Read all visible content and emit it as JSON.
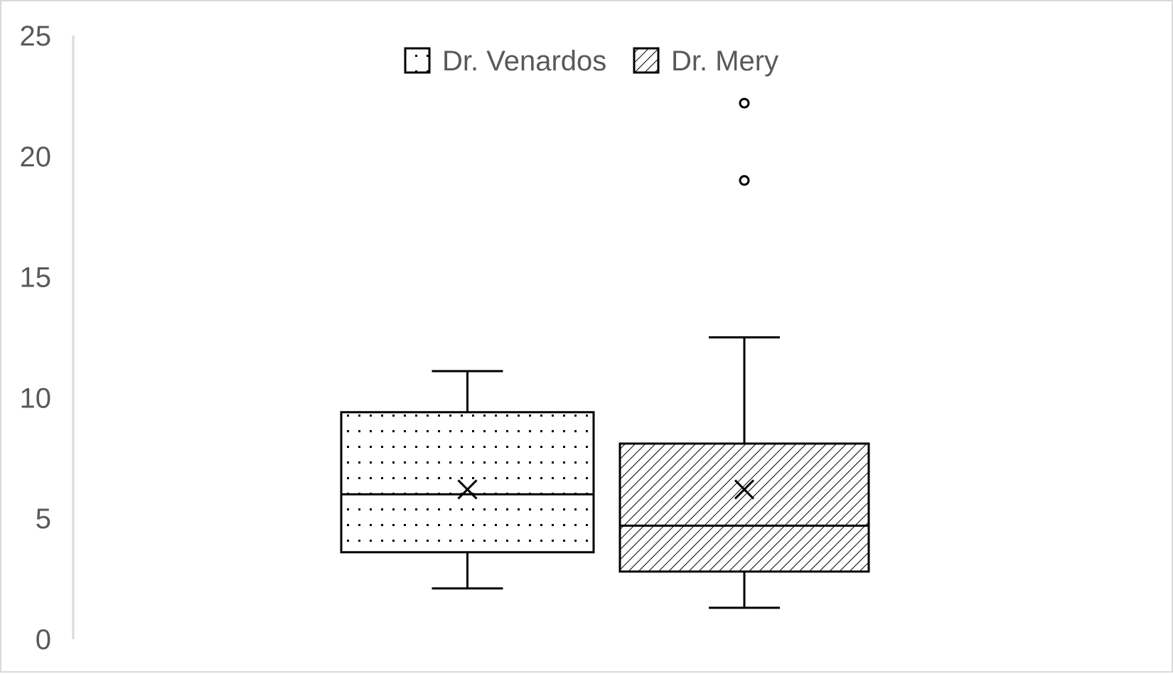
{
  "chart_data": {
    "type": "box",
    "title": "",
    "xlabel": "",
    "ylabel": "",
    "ylim": [
      0,
      25
    ],
    "y_ticks": [
      0,
      5,
      10,
      15,
      20,
      25
    ],
    "grid": false,
    "legend_position": "top",
    "series": [
      {
        "name": "Dr. Venardos",
        "fill_pattern": "dots",
        "whisker_low": 2.1,
        "q1": 3.6,
        "median": 6.0,
        "mean": 6.2,
        "q3": 9.4,
        "whisker_high": 11.1,
        "outliers": []
      },
      {
        "name": "Dr. Mery",
        "fill_pattern": "diagonal-hatch",
        "whisker_low": 1.3,
        "q1": 2.8,
        "median": 4.7,
        "mean": 6.2,
        "q3": 8.1,
        "whisker_high": 12.5,
        "outliers": [
          19.0,
          22.2
        ]
      }
    ],
    "colors": {
      "stroke": "#000000",
      "text": "#595959",
      "axis": "#d9d9d9",
      "frame": "#d9d9d9"
    }
  }
}
